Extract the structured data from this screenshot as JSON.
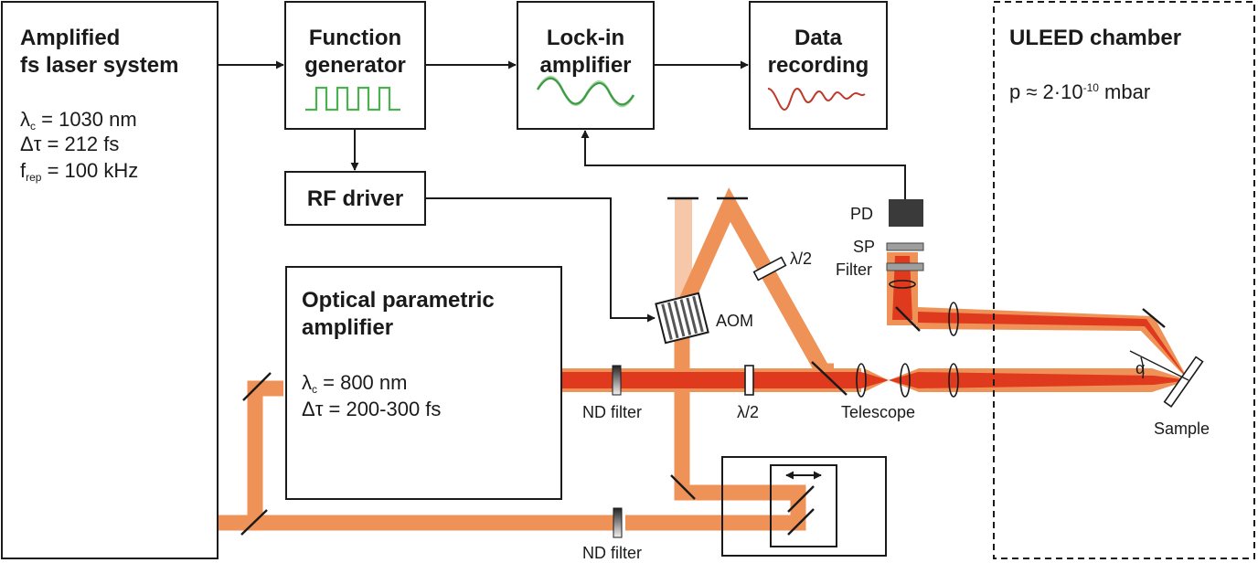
{
  "laser": {
    "title_line1": "Amplified",
    "title_line2": "fs laser system",
    "wavelength_symbol": "λ",
    "wavelength_sub": "c",
    "wavelength_value": "= 1030 nm",
    "duration": "Δτ = 212 fs",
    "rep_symbol": "f",
    "rep_sub": "rep",
    "rep_value": "= 100 kHz"
  },
  "function_generator": {
    "line1": "Function",
    "line2": "generator"
  },
  "lockin": {
    "line1": "Lock-in",
    "line2": "amplifier"
  },
  "data_recording": {
    "line1": "Data",
    "line2": "recording"
  },
  "rf_driver": {
    "label": "RF driver"
  },
  "opa": {
    "title_line1": "Optical parametric",
    "title_line2": "amplifier",
    "wavelength_symbol": "λ",
    "wavelength_sub": "c",
    "wavelength_value": "= 800 nm",
    "duration": "Δτ = 200-300 fs"
  },
  "chamber": {
    "title": "ULEED chamber",
    "pressure_prefix": "p ≈ 2·10",
    "pressure_exp": "-10",
    "pressure_unit": "mbar"
  },
  "labels": {
    "pd": "PD",
    "sp": "SP",
    "filter": "Filter",
    "aom": "AOM",
    "half_wave_1": "λ/2",
    "half_wave_2": "λ/2",
    "nd_filter_1": "ND filter",
    "nd_filter_2": "ND filter",
    "telescope": "Telescope",
    "alpha": "α",
    "sample": "Sample"
  },
  "colors": {
    "beam_800": "#e03a1e",
    "beam_1030": "#ef9257",
    "beam_faint": "#f6c7a8",
    "signal_green": "#4caf50",
    "signal_red": "#c0392b",
    "detector": "#3a3a3a",
    "line": "#1a1a1a"
  }
}
